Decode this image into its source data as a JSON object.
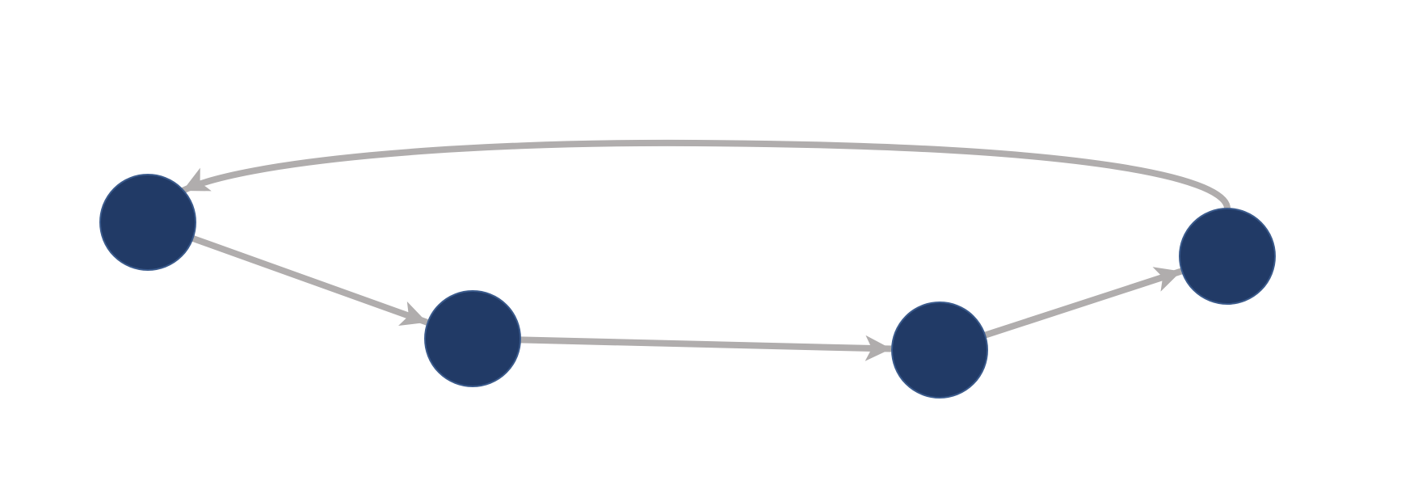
{
  "diagram": {
    "type": "directed-graph",
    "colors": {
      "background": "#ffffff",
      "node_fill": "#213a66",
      "node_outline": "#3a5a8c",
      "edge": "#b0adad"
    },
    "nodes": [
      {
        "id": "node-1",
        "label": ""
      },
      {
        "id": "node-2",
        "label": ""
      },
      {
        "id": "node-3",
        "label": ""
      },
      {
        "id": "node-4",
        "label": ""
      }
    ],
    "edges": [
      {
        "from": "node-1",
        "to": "node-2"
      },
      {
        "from": "node-2",
        "to": "node-3"
      },
      {
        "from": "node-3",
        "to": "node-4"
      },
      {
        "from": "node-4",
        "to": "node-1"
      }
    ]
  }
}
